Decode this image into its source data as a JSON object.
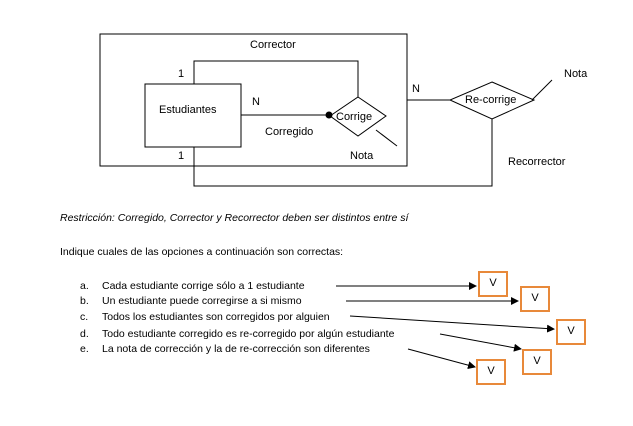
{
  "er_diagram": {
    "outer_entity_label": "Corrector",
    "entity_label": "Estudiantes",
    "relation_label": "Corrige",
    "recorrige_label": "Re-corrige",
    "corregido_label": "Corregido",
    "nota_inner_label": "Nota",
    "nota_outer_label": "Nota",
    "recorrector_label": "Recorrector",
    "card_top": "1",
    "card_bottom": "1",
    "card_n_inner": "N",
    "card_n_outer": "N"
  },
  "restriction": "Restricción:  Corregido, Corrector y Recorrector deben ser distintos entre sí",
  "question": "Indique cuales de las opciones a continuación son correctas:",
  "options": [
    {
      "letter": "a.",
      "text": "Cada estudiante corrige sólo a 1 estudiante",
      "answer": "V"
    },
    {
      "letter": "b.",
      "text": "Un estudiante puede corregirse a si mismo",
      "answer": "V"
    },
    {
      "letter": "c.",
      "text": "Todos los estudiantes son corregidos por alguien",
      "answer": "V"
    },
    {
      "letter": "d.",
      "text": "Todo estudiante corregido es re-corregido por algún estudiante",
      "answer": "V"
    },
    {
      "letter": "e.",
      "text": "La nota de corrección y la de re-corrección son diferentes",
      "answer": "V"
    }
  ],
  "colors": {
    "answer_box_border": "#e8893a"
  }
}
